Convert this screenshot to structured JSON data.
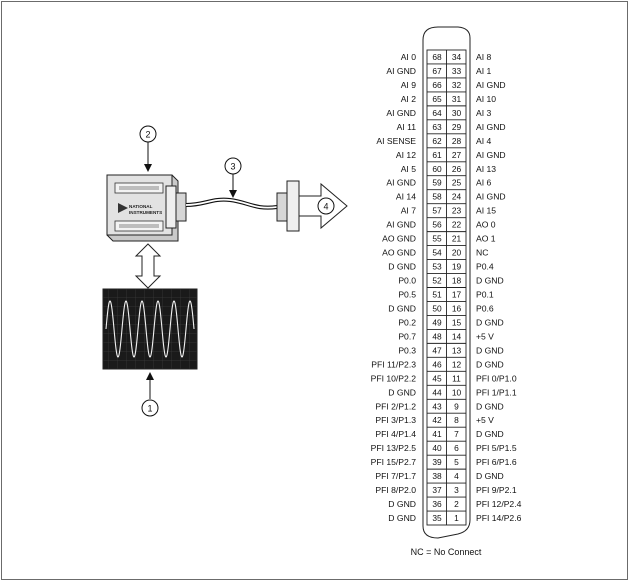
{
  "callouts": [
    "1",
    "2",
    "3",
    "4"
  ],
  "device_brand": [
    "NATIONAL",
    "INSTRUMENTS"
  ],
  "connector": {
    "rows": [
      {
        "left_label": "AI 0",
        "left_pin": "68",
        "right_pin": "34",
        "right_label": "AI 8"
      },
      {
        "left_label": "AI GND",
        "left_pin": "67",
        "right_pin": "33",
        "right_label": "AI 1"
      },
      {
        "left_label": "AI 9",
        "left_pin": "66",
        "right_pin": "32",
        "right_label": "AI GND"
      },
      {
        "left_label": "AI 2",
        "left_pin": "65",
        "right_pin": "31",
        "right_label": "AI 10"
      },
      {
        "left_label": "AI GND",
        "left_pin": "64",
        "right_pin": "30",
        "right_label": "AI 3"
      },
      {
        "left_label": "AI 11",
        "left_pin": "63",
        "right_pin": "29",
        "right_label": "AI GND"
      },
      {
        "left_label": "AI SENSE",
        "left_pin": "62",
        "right_pin": "28",
        "right_label": "AI 4"
      },
      {
        "left_label": "AI 12",
        "left_pin": "61",
        "right_pin": "27",
        "right_label": "AI GND"
      },
      {
        "left_label": "AI 5",
        "left_pin": "60",
        "right_pin": "26",
        "right_label": "AI 13"
      },
      {
        "left_label": "AI GND",
        "left_pin": "59",
        "right_pin": "25",
        "right_label": "AI 6"
      },
      {
        "left_label": "AI 14",
        "left_pin": "58",
        "right_pin": "24",
        "right_label": "AI GND"
      },
      {
        "left_label": "AI 7",
        "left_pin": "57",
        "right_pin": "23",
        "right_label": "AI 15"
      },
      {
        "left_label": "AI GND",
        "left_pin": "56",
        "right_pin": "22",
        "right_label": "AO 0"
      },
      {
        "left_label": "AO GND",
        "left_pin": "55",
        "right_pin": "21",
        "right_label": "AO 1"
      },
      {
        "left_label": "AO GND",
        "left_pin": "54",
        "right_pin": "20",
        "right_label": "NC"
      },
      {
        "left_label": "D GND",
        "left_pin": "53",
        "right_pin": "19",
        "right_label": "P0.4"
      },
      {
        "left_label": "P0.0",
        "left_pin": "52",
        "right_pin": "18",
        "right_label": "D GND"
      },
      {
        "left_label": "P0.5",
        "left_pin": "51",
        "right_pin": "17",
        "right_label": "P0.1"
      },
      {
        "left_label": "D GND",
        "left_pin": "50",
        "right_pin": "16",
        "right_label": "P0.6"
      },
      {
        "left_label": "P0.2",
        "left_pin": "49",
        "right_pin": "15",
        "right_label": "D GND"
      },
      {
        "left_label": "P0.7",
        "left_pin": "48",
        "right_pin": "14",
        "right_label": "+5 V"
      },
      {
        "left_label": "P0.3",
        "left_pin": "47",
        "right_pin": "13",
        "right_label": "D GND"
      },
      {
        "left_label": "PFI 11/P2.3",
        "left_pin": "46",
        "right_pin": "12",
        "right_label": "D GND"
      },
      {
        "left_label": "PFI 10/P2.2",
        "left_pin": "45",
        "right_pin": "11",
        "right_label": "PFI 0/P1.0"
      },
      {
        "left_label": "D GND",
        "left_pin": "44",
        "right_pin": "10",
        "right_label": "PFI 1/P1.1"
      },
      {
        "left_label": "PFI 2/P1.2",
        "left_pin": "43",
        "right_pin": "9",
        "right_label": "D GND"
      },
      {
        "left_label": "PFI 3/P1.3",
        "left_pin": "42",
        "right_pin": "8",
        "right_label": "+5 V"
      },
      {
        "left_label": "PFI 4/P1.4",
        "left_pin": "41",
        "right_pin": "7",
        "right_label": "D GND"
      },
      {
        "left_label": "PFI 13/P2.5",
        "left_pin": "40",
        "right_pin": "6",
        "right_label": "PFI 5/P1.5"
      },
      {
        "left_label": "PFI 15/P2.7",
        "left_pin": "39",
        "right_pin": "5",
        "right_label": "PFI 6/P1.6"
      },
      {
        "left_label": "PFI 7/P1.7",
        "left_pin": "38",
        "right_pin": "4",
        "right_label": "D GND"
      },
      {
        "left_label": "PFI 8/P2.0",
        "left_pin": "37",
        "right_pin": "3",
        "right_label": "PFI 9/P2.1"
      },
      {
        "left_label": "D GND",
        "left_pin": "36",
        "right_pin": "2",
        "right_label": "PFI 12/P2.4"
      },
      {
        "left_label": "D GND",
        "left_pin": "35",
        "right_pin": "1",
        "right_label": "PFI 14/P2.6"
      }
    ]
  },
  "footnote": "NC = No Connect",
  "colors": {
    "line": "#111111",
    "scope_bg": "#161616",
    "device_fill": "#d8d8d8"
  }
}
